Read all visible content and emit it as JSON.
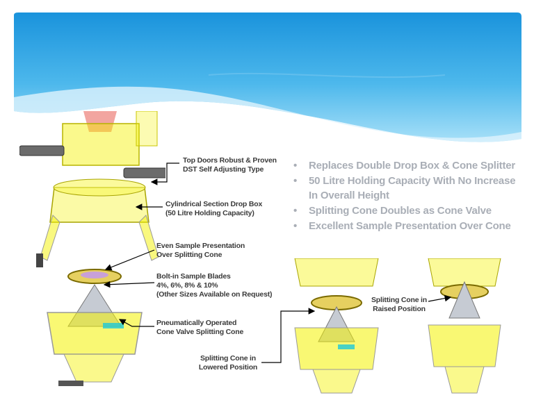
{
  "colors": {
    "banner_light": "#8fd4f5",
    "banner_dark": "#1f9be0",
    "machine_yellow": "#f4f200",
    "bullet_text": "#a9aeb6"
  },
  "bullets": [
    {
      "icon": "bullet-dot",
      "line1": "Replaces Double Drop Box & Cone Splitter",
      "line2": ""
    },
    {
      "icon": "bullet-dot",
      "line1": "50 Litre Holding Capacity With No Increase",
      "line2": "In Overall Height"
    },
    {
      "icon": "bullet-dot",
      "line1": "Splitting Cone Doubles as Cone Valve",
      "line2": ""
    },
    {
      "icon": "bullet-dot",
      "line1": "Excellent Sample Presentation Over Cone",
      "line2": ""
    }
  ],
  "callouts": {
    "top_doors": {
      "line1": "Top Doors Robust & Proven",
      "line2": "DST Self Adjusting Type"
    },
    "drop_box": {
      "line1": "Cylindrical Section Drop Box",
      "line2": "(50 Litre Holding Capacity)"
    },
    "presentation": {
      "line1": "Even Sample Presentation",
      "line2": "Over Splitting Cone"
    },
    "blades": {
      "line1": "Bolt-in Sample Blades",
      "line2": "4%, 6%, 8% & 10%",
      "line3": "(Other Sizes Available on Request)"
    },
    "cone_valve": {
      "line1": "Pneumatically Operated",
      "line2": "Cone Valve Splitting Cone"
    },
    "lowered": {
      "line1": "Splitting Cone in",
      "line2": "Lowered Position"
    },
    "raised": {
      "line1": "Splitting Cone in",
      "line2": "Raised Position"
    }
  }
}
